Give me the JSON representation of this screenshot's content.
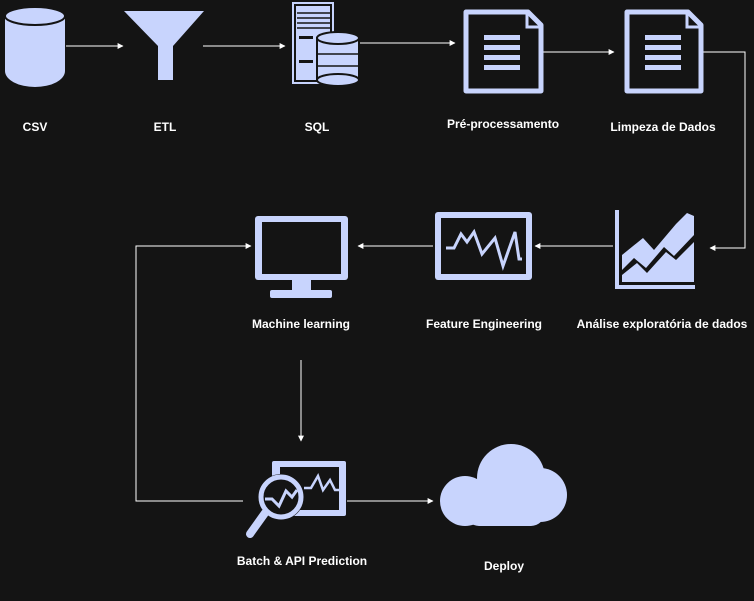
{
  "nodes": {
    "csv": {
      "label": "CSV",
      "icon": "database-icon"
    },
    "etl": {
      "label": "ETL",
      "icon": "funnel-icon"
    },
    "sql": {
      "label": "SQL",
      "icon": "server-database-icon"
    },
    "preprocessing": {
      "label": "Pré-processamento",
      "icon": "document-icon"
    },
    "cleaning": {
      "label": "Limpeza de Dados",
      "icon": "document-icon"
    },
    "eda": {
      "label": "Análise exploratória de dados",
      "icon": "area-chart-icon"
    },
    "feature_engineering": {
      "label": "Feature Engineering",
      "icon": "monitor-waveform-icon"
    },
    "machine_learning": {
      "label": "Machine learning",
      "icon": "monitor-icon"
    },
    "prediction": {
      "label": "Batch & API Prediction",
      "icon": "magnifier-chart-icon"
    },
    "deploy": {
      "label": "Deploy",
      "icon": "cloud-icon"
    }
  },
  "colors": {
    "background": "#141414",
    "icon": "#c8d4fd",
    "edge": "#ffffff",
    "text": "#ffffff"
  }
}
